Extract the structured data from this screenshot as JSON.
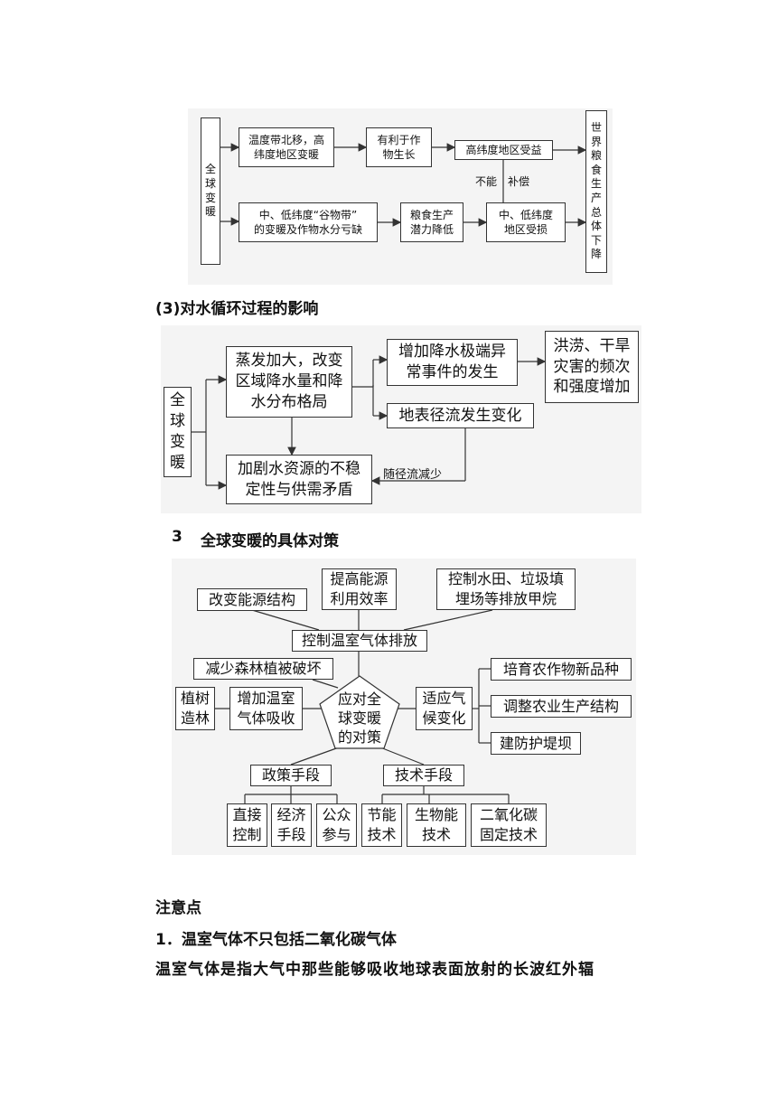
{
  "diagram1": {
    "left": "全球变暖",
    "top_row": [
      "温度带北移，高\n纬度地区变暖",
      "有利于作\n物生长",
      "高纬度地区受益"
    ],
    "bottom_row": [
      "中、低纬度“谷物带”\n的变暖及作物水分亏缺",
      "粮食生产\n潜力降低",
      "中、低纬度\n地区受损"
    ],
    "edge_left": "不能",
    "edge_right": "补偿",
    "right": "世界粮食生产总体下降"
  },
  "heading3": "(3)对水循环过程的影响",
  "diagram2": {
    "left": "全\n球\n变\n暖",
    "evap": "蒸发加大，改变\n区域降水量和降\n水分布格局",
    "extreme": "增加降水极端异\n常事件的发生",
    "disaster": "洪涝、干旱\n灾害的频次\n和强度增加",
    "runoff": "地表径流发生变化",
    "water": "加剧水资源的不稳\n定性与供需矛盾",
    "edge": "随径流减少"
  },
  "section3": {
    "num": "3",
    "title": "全球变暖的具体对策"
  },
  "diagram3": {
    "energy": "改变能源结构",
    "efficiency": "提高能源\n利用效率",
    "methane": "控制水田、垃圾填\n埋场等排放甲烷",
    "control": "控制温室气体排放",
    "forest": "减少森林植被破坏",
    "plant": "植树\n造林",
    "absorb": "增加温室\n气体吸收",
    "center": "应对全\n球变暖\n的对策",
    "adapt": "适应气\n候变化",
    "breed": "培育农作物新品种",
    "agri": "调整农业生产结构",
    "dike": "建防护堤坝",
    "policy": "政策手段",
    "tech": "技术手段",
    "p1": "直接\n控制",
    "p2": "经济\n手段",
    "p3": "公众\n参与",
    "t1": "节能\n技术",
    "t2": "生物能\n技术",
    "t3": "二氧化碳\n固定技术"
  },
  "notes": {
    "heading": "注意点",
    "item1": "1．温室气体不只包括二氧化碳气体",
    "para": "温室气体是指大气中那些能够吸收地球表面放射的长波红外辐"
  }
}
